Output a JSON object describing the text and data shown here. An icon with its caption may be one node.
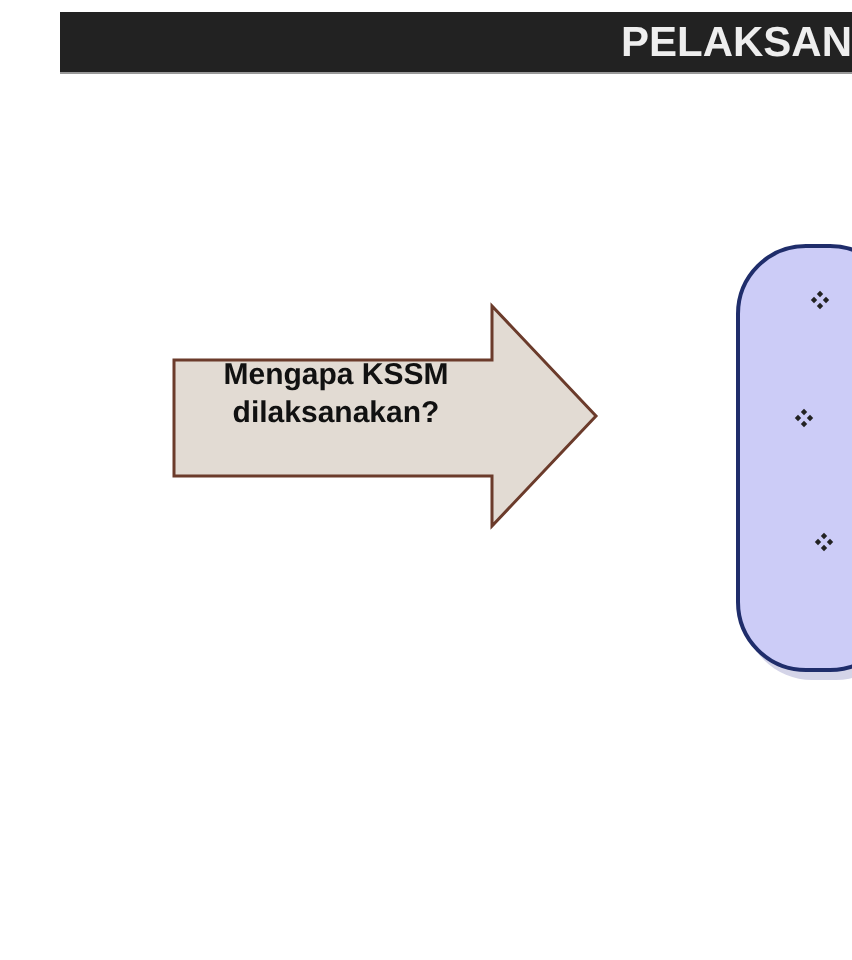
{
  "diagram": {
    "title": "PELAKSAN",
    "nodes": [
      {
        "text": [
          "Mengapa KSSM dilaksanakan?"
        ]
      },
      {
        "text": [],
        "shape": "box"
      }
    ]
  }
}
